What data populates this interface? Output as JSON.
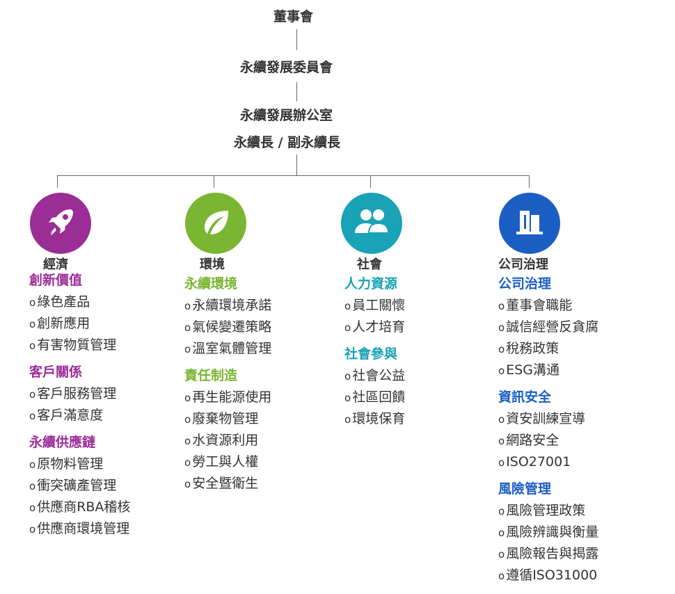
{
  "top": {
    "board": "董事會",
    "committee": "永續發展委員會",
    "office_line1": "永續發展辦公室",
    "office_line2": "永續長 / 副永續長"
  },
  "bullet": "o",
  "colors": {
    "economy": "#9b2d97",
    "environment": "#7ab631",
    "society": "#1aa2b6",
    "governance": "#1b5ec4",
    "line": "#666666"
  },
  "categories": [
    {
      "title": "經濟",
      "icon": "rocket-icon",
      "sections": [
        {
          "title": "創新價值",
          "items": [
            "綠色產品",
            "創新應用",
            "有害物質管理"
          ]
        },
        {
          "title": "客戶關係",
          "items": [
            "客戶服務管理",
            "客戶滿意度"
          ]
        },
        {
          "title": "永續供應鏈",
          "items": [
            "原物料管理",
            "衝突礦產管理",
            "供應商RBA稽核",
            "供應商環境管理"
          ]
        }
      ]
    },
    {
      "title": "環境",
      "icon": "leaf-icon",
      "sections": [
        {
          "title": "永續環境",
          "items": [
            "永續環境承諾",
            "氣候變遷策略",
            "溫室氣體管理"
          ]
        },
        {
          "title": "責任制造",
          "items": [
            "再生能源使用",
            "廢棄物管理",
            "水資源利用",
            "勞工與人權",
            "安全暨衛生"
          ]
        }
      ]
    },
    {
      "title": "社會",
      "icon": "people-icon",
      "sections": [
        {
          "title": "人力資源",
          "items": [
            "員工關懷",
            "人才培育"
          ]
        },
        {
          "title": "社會參與",
          "items": [
            "社會公益",
            "社區回饋",
            "環境保育"
          ]
        }
      ]
    },
    {
      "title": "公司治理",
      "icon": "building-icon",
      "sections": [
        {
          "title": "公司治理",
          "items": [
            "董事會職能",
            "誠信經營反貪腐",
            "稅務政策",
            "ESG溝通"
          ]
        },
        {
          "title": "資訊安全",
          "items": [
            "資安訓練宣導",
            "網路安全",
            "ISO27001"
          ]
        },
        {
          "title": "風險管理",
          "items": [
            "風險管理政策",
            "風險辨識與衡量",
            "風險報告與揭露",
            "遵循ISO31000"
          ]
        }
      ]
    }
  ]
}
